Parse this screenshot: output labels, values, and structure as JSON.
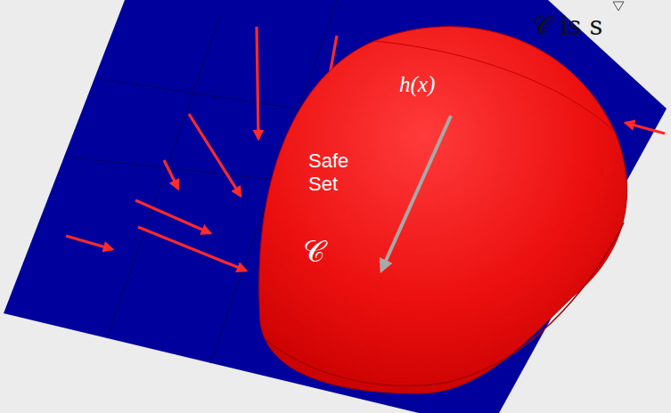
{
  "diagram": {
    "nodes": [
      {
        "text": [
          "Safe Set",
          "𝒞",
          "h(x)"
        ]
      }
    ],
    "labels": [
      "𝒞 is s"
    ]
  }
}
